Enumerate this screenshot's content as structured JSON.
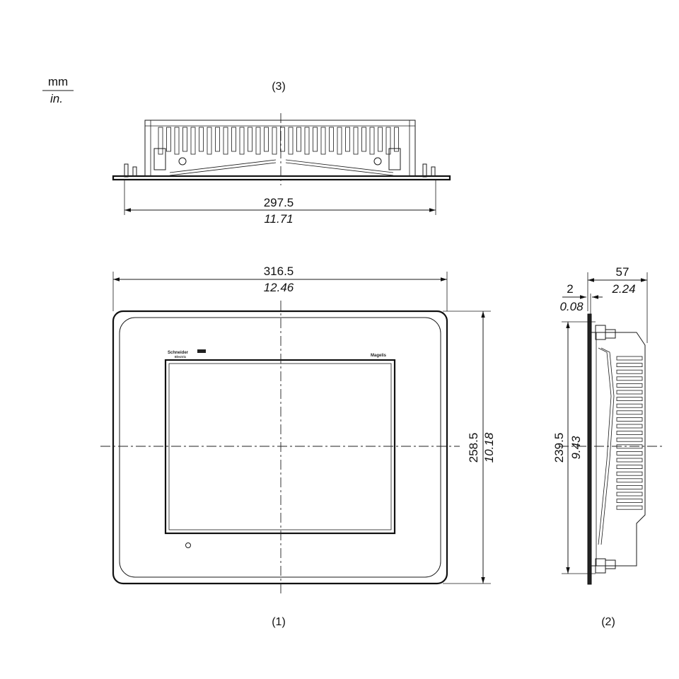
{
  "units": {
    "metric": "mm",
    "imperial": "in."
  },
  "views": {
    "top": {
      "label": "(3)",
      "width_mm": "297.5",
      "width_in": "11.71"
    },
    "front": {
      "label": "(1)",
      "width_mm": "316.5",
      "width_in": "12.46",
      "height_mm": "258.5",
      "height_in": "10.18",
      "brand_left": "Schneider",
      "brand_left_sub": "Electric",
      "brand_right": "Magelis"
    },
    "side": {
      "label": "(2)",
      "depth_mm": "57",
      "depth_in": "2.24",
      "bezel_mm": "2",
      "bezel_in": "0.08",
      "height_mm": "239.5",
      "height_in": "9.43"
    }
  }
}
